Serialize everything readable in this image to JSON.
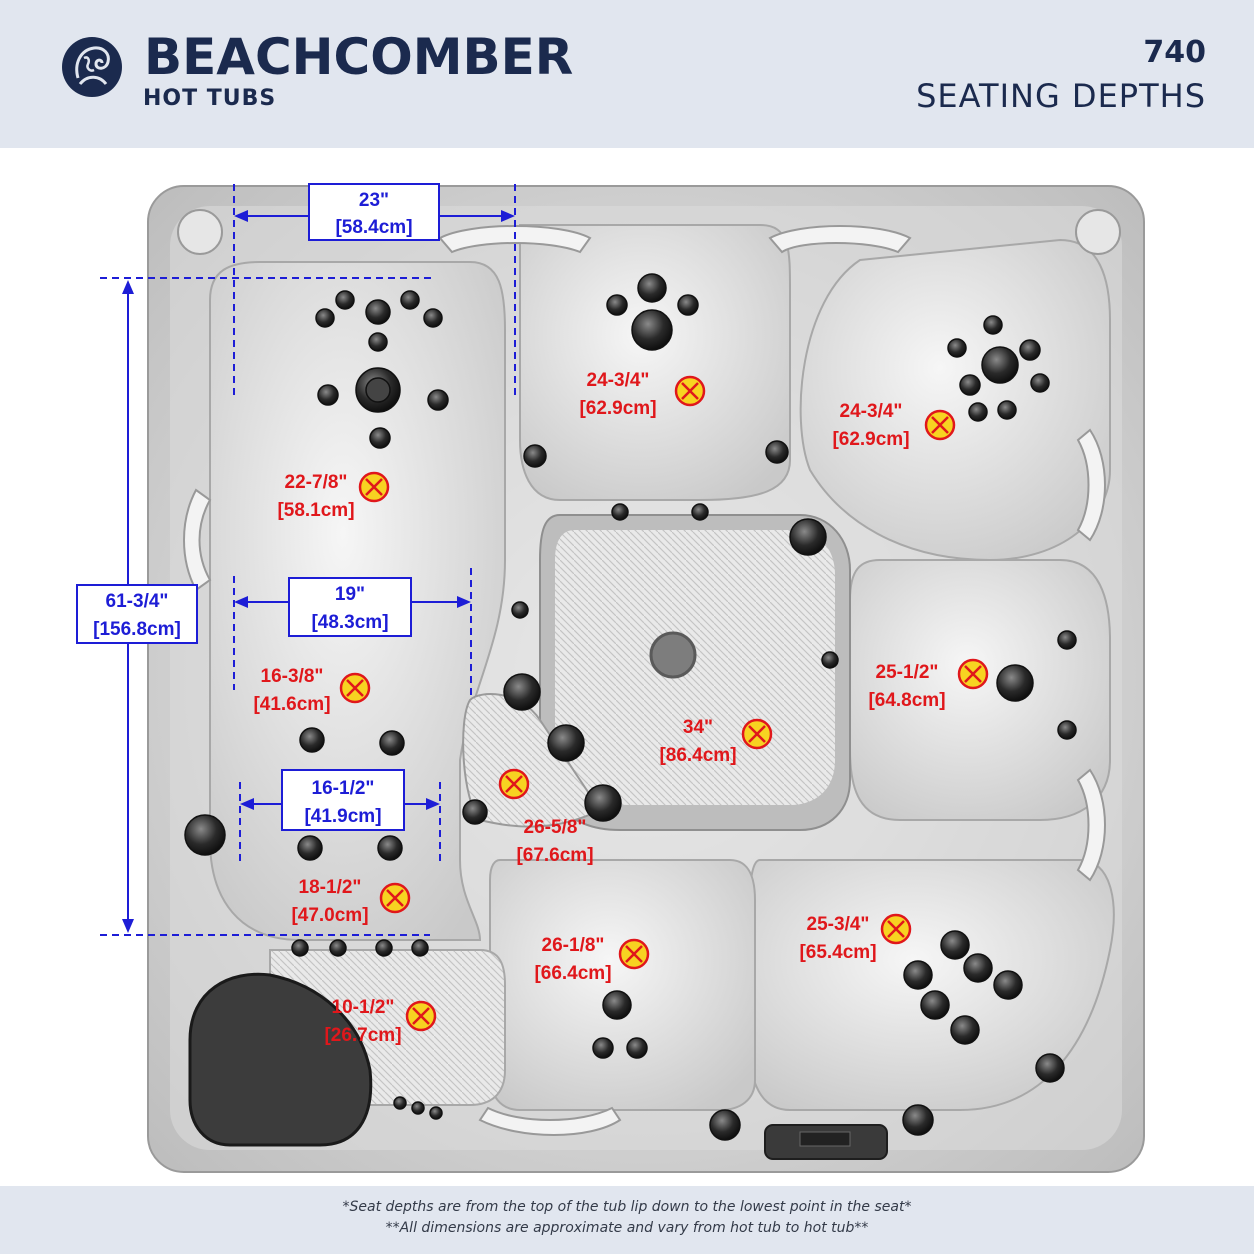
{
  "header": {
    "brand_name": "BEACHCOMBER",
    "brand_sub": "HOT TUBS",
    "model": "740",
    "subtitle": "SEATING DEPTHS"
  },
  "footnotes": {
    "line1": "*Seat depths are from the top of the tub lip down to the lowest point in the seat*",
    "line2": "**All dimensions are approximate and vary from hot tub to hot tub**"
  },
  "colors": {
    "brand_navy": "#1b2a4e",
    "band_bg": "#e1e6ef",
    "depth_label": "#e0171b",
    "dimension_blue": "#1d1dd6",
    "marker_fill": "#f7d321"
  },
  "dimensions": {
    "top_width": {
      "in": "23\"",
      "cm": "[58.4cm]"
    },
    "overall_length": {
      "in": "61-3/4\"",
      "cm": "[156.8cm]"
    },
    "mid_width": {
      "in": "19\"",
      "cm": "[48.3cm]"
    },
    "lower_width": {
      "in": "16-1/2\"",
      "cm": "[41.9cm]"
    }
  },
  "seats": [
    {
      "in": "22-7/8\"",
      "cm": "[58.1cm]"
    },
    {
      "in": "24-3/4\"",
      "cm": "[62.9cm]"
    },
    {
      "in": "24-3/4\"",
      "cm": "[62.9cm]"
    },
    {
      "in": "16-3/8\"",
      "cm": "[41.6cm]"
    },
    {
      "in": "25-1/2\"",
      "cm": "[64.8cm]"
    },
    {
      "in": "34\"",
      "cm": "[86.4cm]"
    },
    {
      "in": "26-5/8\"",
      "cm": "[67.6cm]"
    },
    {
      "in": "18-1/2\"",
      "cm": "[47.0cm]"
    },
    {
      "in": "26-1/8\"",
      "cm": "[66.4cm]"
    },
    {
      "in": "25-3/4\"",
      "cm": "[65.4cm]"
    },
    {
      "in": "10-1/2\"",
      "cm": "[26.7cm]"
    }
  ]
}
